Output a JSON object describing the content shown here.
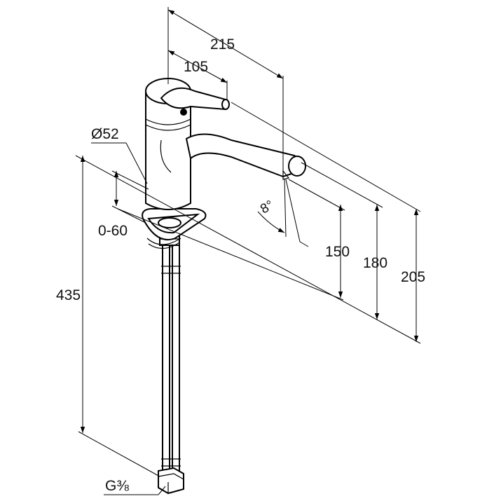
{
  "dimensions": {
    "reach_total": "215",
    "lever_reach": "105",
    "body_diameter": "Ø52",
    "deck_thickness": "0-60",
    "supply_length": "435",
    "spout_tilt": "8°",
    "spout_height_150": "150",
    "spout_height_180": "180",
    "total_height": "205",
    "connection_thread": "G⅜"
  }
}
